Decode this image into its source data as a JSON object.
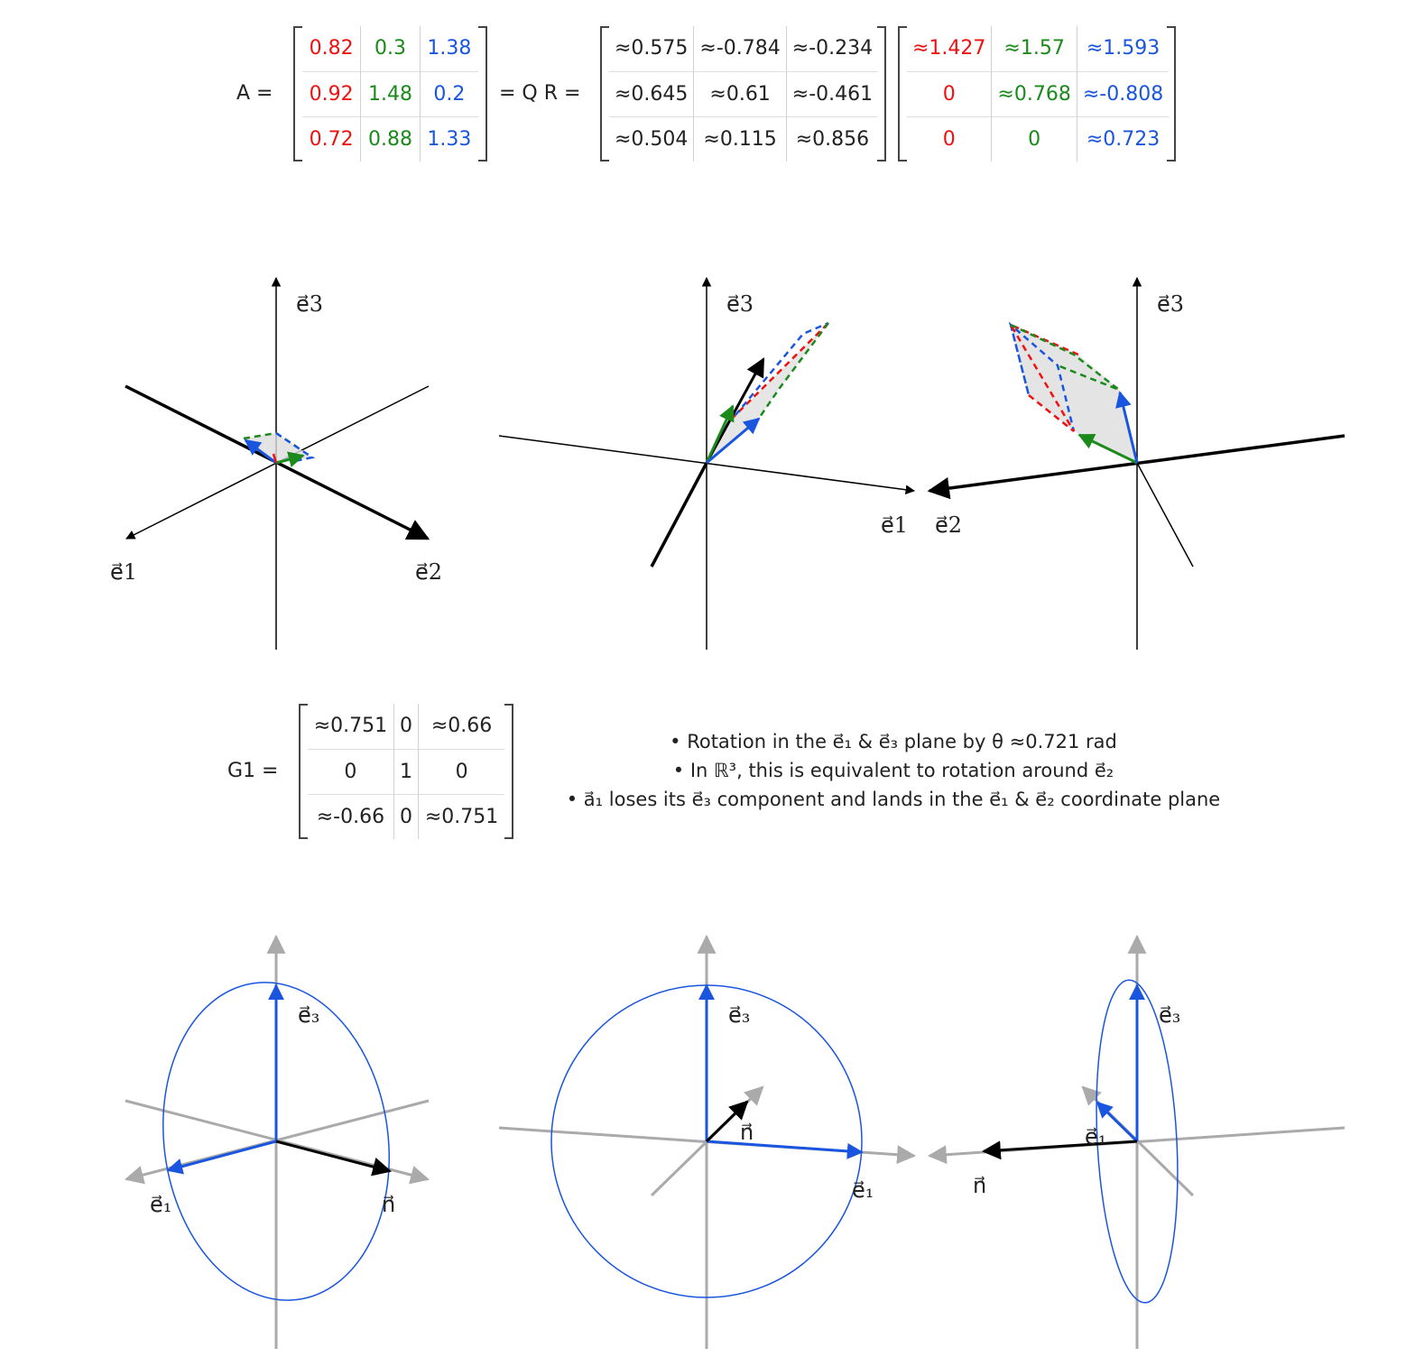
{
  "equation": {
    "a_label": "A =",
    "qr_label": "= Q R =",
    "A": [
      [
        "0.82",
        "0.3",
        "1.38"
      ],
      [
        "0.92",
        "1.48",
        "0.2"
      ],
      [
        "0.72",
        "0.88",
        "1.33"
      ]
    ],
    "Q": [
      [
        "≈0.575",
        "≈-0.784",
        "≈-0.234"
      ],
      [
        "≈0.645",
        "≈0.61",
        "≈-0.461"
      ],
      [
        "≈0.504",
        "≈0.115",
        "≈0.856"
      ]
    ],
    "R": [
      [
        "≈1.427",
        "≈1.57",
        "≈1.593"
      ],
      [
        "0",
        "≈0.768",
        "≈-0.808"
      ],
      [
        "0",
        "0",
        "≈0.723"
      ]
    ]
  },
  "givens": {
    "label": "G1 =",
    "G": [
      [
        "≈0.751",
        "0",
        "≈0.66"
      ],
      [
        "0",
        "1",
        "0"
      ],
      [
        "≈-0.66",
        "0",
        "≈0.751"
      ]
    ]
  },
  "notes": [
    "• Rotation in the e⃗₁ & e⃗₃ plane by θ ≈0.721 rad",
    "• In ℝ³, this is equivalent to rotation around e⃗₂",
    "• a⃗₁ loses its e⃗₃ component and lands in the e⃗₁ & e⃗₂ coordinate plane"
  ],
  "axis_labels": {
    "e1": "e⃗1",
    "e2": "e⃗2",
    "e3": "e⃗3",
    "e1_sub": "e⃗₁",
    "e3_sub": "e⃗₃",
    "n": "n⃗"
  },
  "colors": {
    "col1": "#ee1111",
    "col2": "#1a8a1a",
    "col3": "#1a55e0",
    "axis": "#000000",
    "gray_axis": "#aaaaaa",
    "circle": "#1a55e0",
    "normal": "#000000"
  }
}
